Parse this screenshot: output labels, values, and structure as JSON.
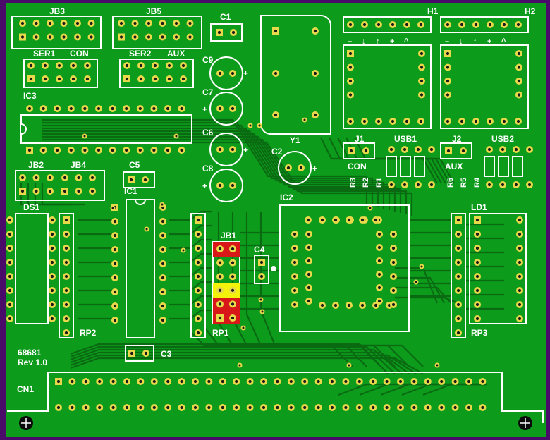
{
  "colors": {
    "frame": "#4a0a6a",
    "board": "#0d9b1c",
    "trace": "#0a6a12",
    "pad": "#e8d94a",
    "hole": "#1a1a1a",
    "silk": "#ffffff",
    "pad_red": "#d81818",
    "pad_yellow": "#f2f20a"
  },
  "labels": {
    "jb3": "JB3",
    "jb5": "JB5",
    "c1": "C1",
    "h1": "H1",
    "h2": "H2",
    "ser1": "SER1",
    "con_top": "CON",
    "ser2": "SER2",
    "aux_top": "AUX",
    "c9": "C9",
    "c7": "C7",
    "ic3": "IC3",
    "c6": "C6",
    "c8": "C8",
    "y1": "Y1",
    "c2": "C2",
    "j1": "J1",
    "usb1": "USB1",
    "j2": "J2",
    "usb2": "USB2",
    "con_j1": "CON",
    "aux_j2": "AUX",
    "jb2": "JB2",
    "jb4": "JB4",
    "c5": "C5",
    "ic1": "IC1",
    "ic2": "IC2",
    "r3": "R3",
    "r2": "R2",
    "r1": "R1",
    "r6": "R6",
    "r5": "R5",
    "r4": "R4",
    "ld1": "LD1",
    "ds1": "DS1",
    "jb1": "JB1",
    "c4": "C4",
    "rp2": "RP2",
    "rp1": "RP1",
    "rp3": "RP3",
    "c3": "C3",
    "board_name": "68681",
    "revision": "Rev 1.0",
    "cn1": "CN1"
  },
  "header_symbols": [
    "–",
    "↓",
    "↑",
    "+",
    "^"
  ]
}
